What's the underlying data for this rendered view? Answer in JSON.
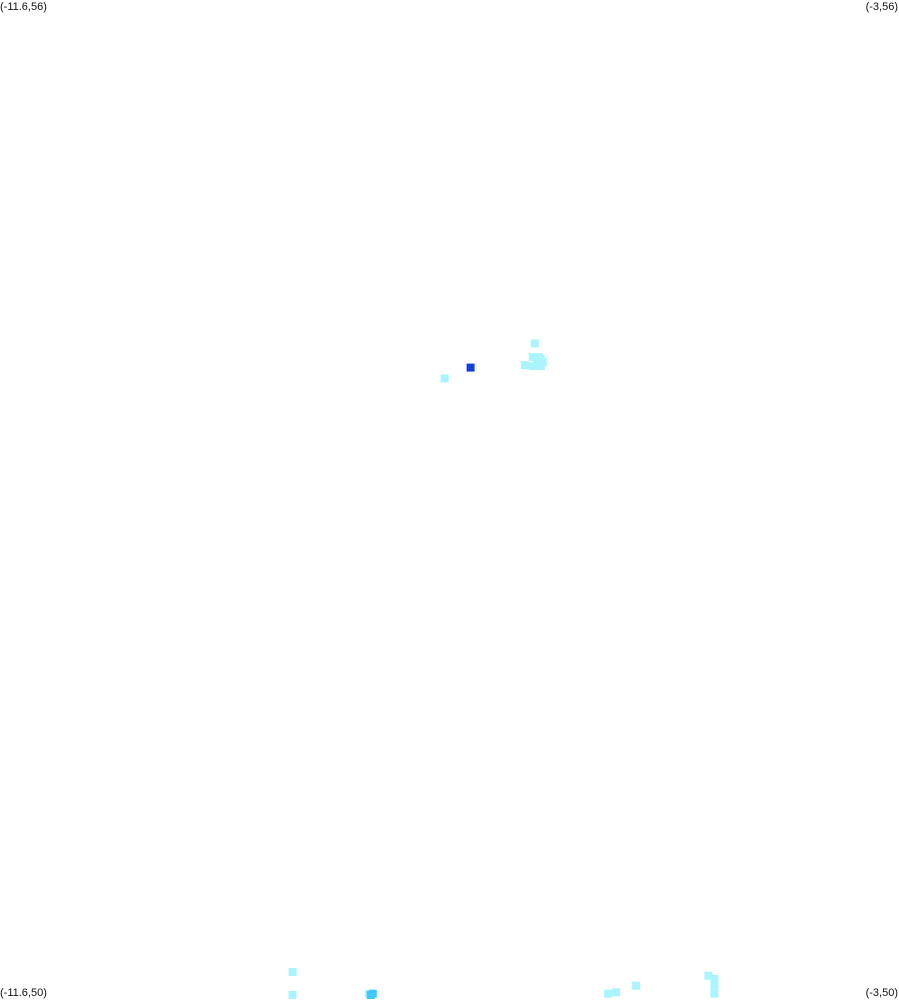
{
  "map": {
    "corners": {
      "top_left": "(-11.6,56)",
      "top_right": "(-3,56)",
      "bottom_left": "(-11.6,50)",
      "bottom_right": "(-3,50)"
    },
    "extent": {
      "lon_min": -11.6,
      "lon_max": -3,
      "lat_min": 50,
      "lat_max": 56
    },
    "background_color": "#ffffff",
    "legend_colors": {
      "low": "#aaf4ff",
      "mid": "#40c8ff",
      "high": "#1040e0"
    },
    "cells": [
      {
        "lon": -6.484,
        "lat": 53.937,
        "level": "low"
      },
      {
        "lon": -6.504,
        "lat": 53.855,
        "level": "low"
      },
      {
        "lon": -6.446,
        "lat": 53.855,
        "level": "low"
      },
      {
        "lon": -6.427,
        "lat": 53.843,
        "level": "low"
      },
      {
        "lon": -6.408,
        "lat": 53.825,
        "level": "low"
      },
      {
        "lon": -6.465,
        "lat": 53.819,
        "level": "low"
      },
      {
        "lon": -6.504,
        "lat": 53.801,
        "level": "low"
      },
      {
        "lon": -6.427,
        "lat": 53.801,
        "level": "low"
      },
      {
        "lon": -6.58,
        "lat": 53.807,
        "level": "low"
      },
      {
        "lon": -7.347,
        "lat": 53.727,
        "level": "low"
      },
      {
        "lon": -7.098,
        "lat": 53.792,
        "level": "high"
      },
      {
        "lon": -8.801,
        "lat": 50.162,
        "level": "low"
      },
      {
        "lon": -8.801,
        "lat": 50.02,
        "level": "low"
      },
      {
        "lon": -8.072,
        "lat": 50.032,
        "level": "low"
      },
      {
        "lon": -8.034,
        "lat": 50.032,
        "level": "mid"
      },
      {
        "lon": -8.053,
        "lat": 50.02,
        "level": "mid"
      },
      {
        "lon": -5.782,
        "lat": 50.032,
        "level": "low"
      },
      {
        "lon": -5.705,
        "lat": 50.04,
        "level": "low"
      },
      {
        "lon": -5.514,
        "lat": 50.08,
        "level": "low"
      },
      {
        "lon": -4.823,
        "lat": 50.14,
        "level": "low"
      },
      {
        "lon": -4.766,
        "lat": 50.12,
        "level": "low"
      },
      {
        "lon": -4.766,
        "lat": 50.08,
        "level": "low"
      },
      {
        "lon": -4.766,
        "lat": 50.032,
        "level": "low"
      }
    ]
  }
}
